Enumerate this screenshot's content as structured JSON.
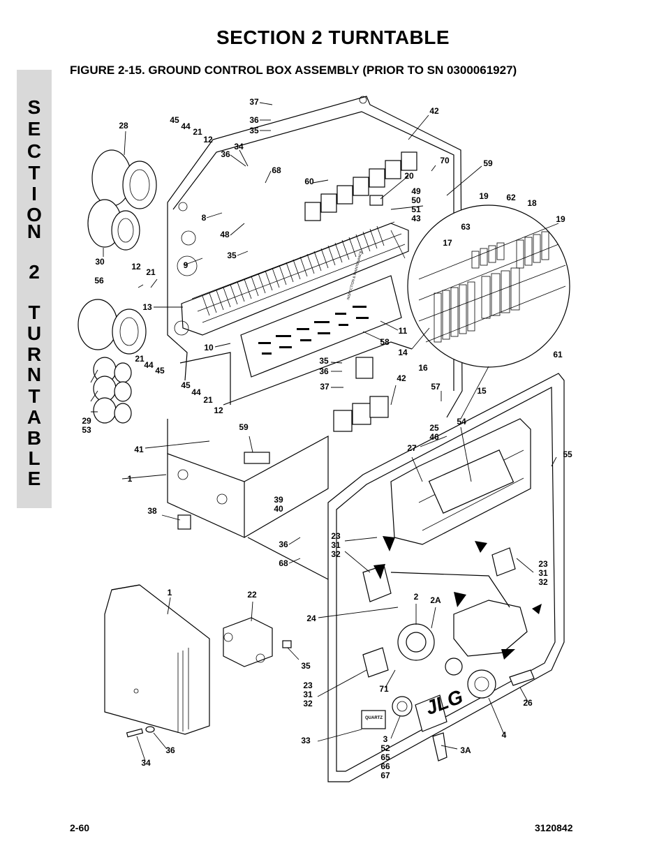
{
  "header": {
    "section_title": "SECTION 2   TURNTABLE",
    "figure_title": "FIGURE 2-15.  GROUND CONTROL BOX ASSEMBLY (PRIOR TO SN 0300061927)"
  },
  "side_tab": {
    "letters": [
      "S",
      "E",
      "C",
      "T",
      "I",
      "O",
      "N",
      "",
      "2",
      "",
      "T",
      "U",
      "R",
      "N",
      "T",
      "A",
      "B",
      "L",
      "E"
    ]
  },
  "footer": {
    "page_number": "2-60",
    "document_number": "3120842"
  },
  "callouts": [
    "37",
    "36",
    "35",
    "42",
    "28",
    "45",
    "44",
    "21",
    "12",
    "34",
    "36",
    "68",
    "70",
    "59",
    "60",
    "20",
    "49\n50\n51\n43",
    "19",
    "62",
    "18",
    "19",
    "8",
    "48",
    "63",
    "17",
    "35",
    "9",
    "30",
    "12",
    "21",
    "56",
    "13",
    "11",
    "14",
    "16",
    "58",
    "61",
    "10",
    "21",
    "44",
    "45",
    "35",
    "36",
    "37",
    "42",
    "15",
    "57",
    "45",
    "44",
    "21",
    "12",
    "29\n53",
    "59",
    "25\n46",
    "54",
    "41",
    "27",
    "55",
    "1",
    "39\n40",
    "38",
    "36",
    "68",
    "23\n31\n32",
    "23\n31\n32",
    "1",
    "22",
    "2",
    "2A",
    "24",
    "35",
    "71",
    "23\n31\n32",
    "26",
    "33",
    "3\n52\n65\n66\n67",
    "3A",
    "4",
    "36",
    "34"
  ],
  "drawing_text": {
    "brand_logo": "JLG",
    "key_switch_plate": "QUARTZ",
    "decal_text": "INSPECTION & MAINTENANCE"
  }
}
